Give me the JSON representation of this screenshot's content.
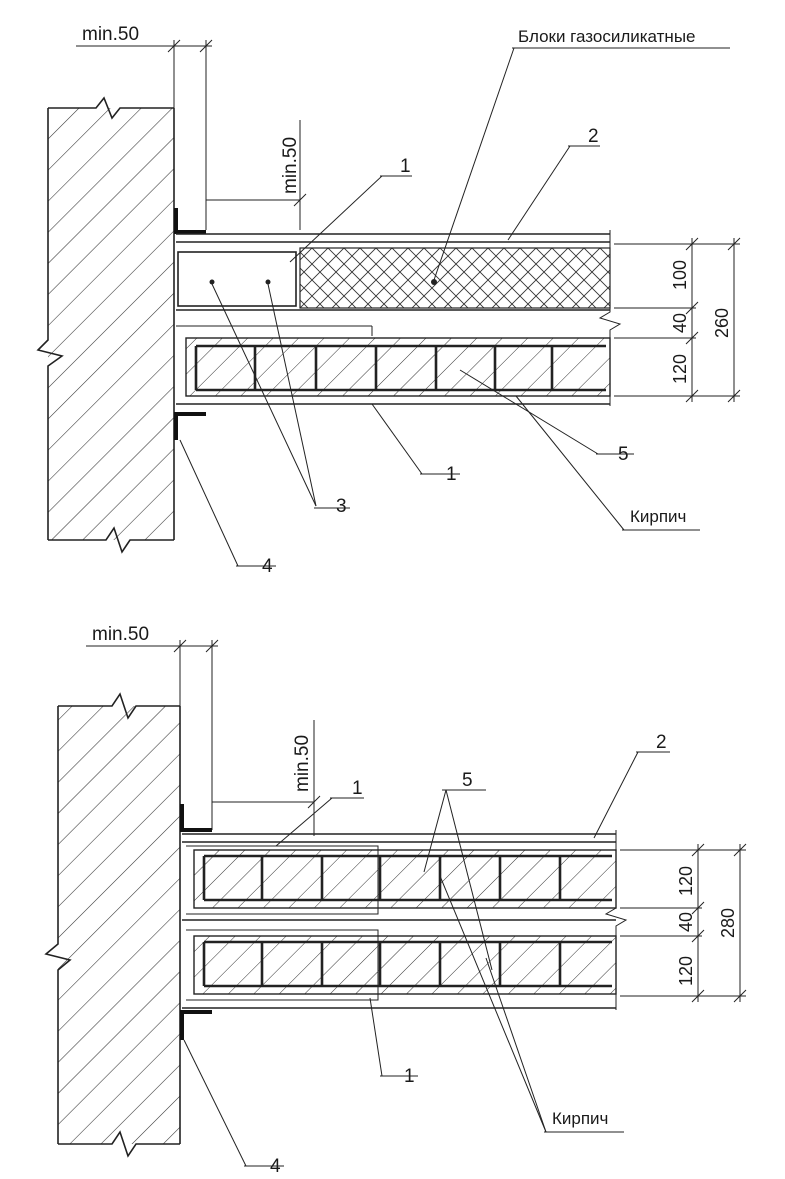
{
  "top": {
    "left_dim": "min.50",
    "inner_dim": "min.50",
    "material_label": "Блоки газосиликатные",
    "callout_1_top": "1",
    "callout_2": "2",
    "callout_1_bottom": "1",
    "callout_3": "3",
    "callout_4": "4",
    "callout_5": "5",
    "brick_label": "Кирпич",
    "dim_100": "100",
    "dim_40": "40",
    "dim_120": "120",
    "dim_total": "260"
  },
  "bottom": {
    "left_dim": "min.50",
    "inner_dim": "min.50",
    "callout_1_top": "1",
    "callout_2": "2",
    "callout_5": "5",
    "callout_1_bottom": "1",
    "callout_4": "4",
    "brick_label": "Кирпич",
    "dim_120_top": "120",
    "dim_40": "40",
    "dim_120_bottom": "120",
    "dim_total": "280"
  }
}
